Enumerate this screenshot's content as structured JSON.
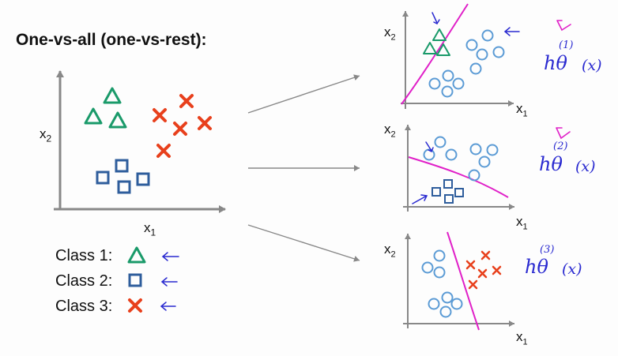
{
  "title": "One-vs-all (one-vs-rest):",
  "main_plot": {
    "xlabel": "x",
    "xsub": "1",
    "ylabel": "x",
    "ysub": "2"
  },
  "legend": [
    {
      "text": "Class 1:",
      "symbol": "triangle"
    },
    {
      "text": "Class 2:",
      "symbol": "square"
    },
    {
      "text": "Class 3:",
      "symbol": "cross"
    }
  ],
  "subplots": [
    {
      "xlabel": "x",
      "xsub": "1",
      "ylabel": "x",
      "ysub": "2",
      "h_sup": "(1)",
      "h_main": "hθ",
      "h_arg": "(x)"
    },
    {
      "xlabel": "x",
      "xsub": "1",
      "ylabel": "x",
      "ysub": "2",
      "h_sup": "(2)",
      "h_main": "hθ",
      "h_arg": "(x)"
    },
    {
      "xlabel": "x",
      "xsub": "1",
      "ylabel": "x",
      "ysub": "2",
      "h_sup": "(3)",
      "h_main": "hθ",
      "h_arg": "(x)"
    }
  ],
  "colors": {
    "triangle": "#1a9a6a",
    "square": "#2e5d9c",
    "cross": "#e8401c",
    "circle": "#5b9bd5",
    "boundary": "#e020c8",
    "ink": "#2a2ad0",
    "axis": "#888888"
  }
}
